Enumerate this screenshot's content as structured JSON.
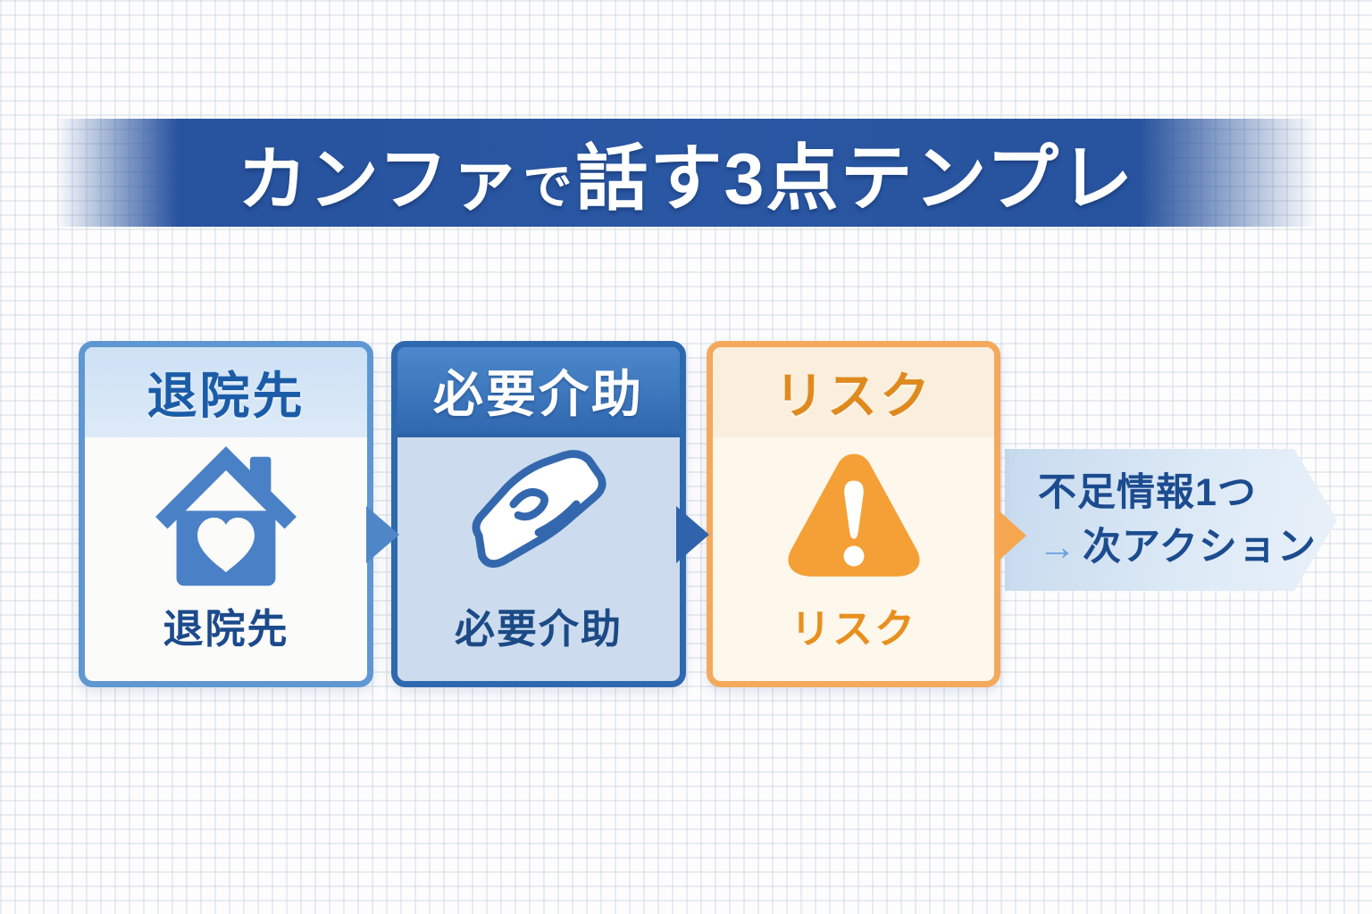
{
  "title": {
    "full": "カンファで話す3点テンプレ",
    "lead": "カンファ",
    "particle": "で",
    "rest": "話す3点テンプレ"
  },
  "cards": [
    {
      "header": "退院先",
      "label": "退院先",
      "icon": "house-heart-icon",
      "accent_color": "#5f97d2",
      "header_text_color": "#1b5ca8"
    },
    {
      "header": "必要介助",
      "label": "必要介助",
      "icon": "helping-hand-icon",
      "accent_color": "#2e68af",
      "header_text_color": "#ffffff"
    },
    {
      "header": "リスク",
      "label": "リスク",
      "icon": "warning-triangle-icon",
      "accent_color": "#f4a95c",
      "header_text_color": "#e08a1e"
    }
  ],
  "outcome_banner": {
    "line1": "不足情報1つ",
    "arrow": "→",
    "line2": "次アクション"
  },
  "colors": {
    "title_band_blue": "#27529d",
    "title_text": "#ffffff",
    "label_blue": "#1c4a8c",
    "risk_orange": "#e8901e",
    "icon_blue": "#4a81c6",
    "hand_outline_blue": "#3468ae",
    "warning_orange": "#f4a037",
    "connector_blue": "#4f86c8",
    "connector_dark_blue": "#2f64ad",
    "connector_orange": "#f5a64f",
    "banner_fill": "#cfe0f0",
    "banner_text": "#1c4c8f",
    "banner_arrow_glyph": "#69a1dd"
  }
}
